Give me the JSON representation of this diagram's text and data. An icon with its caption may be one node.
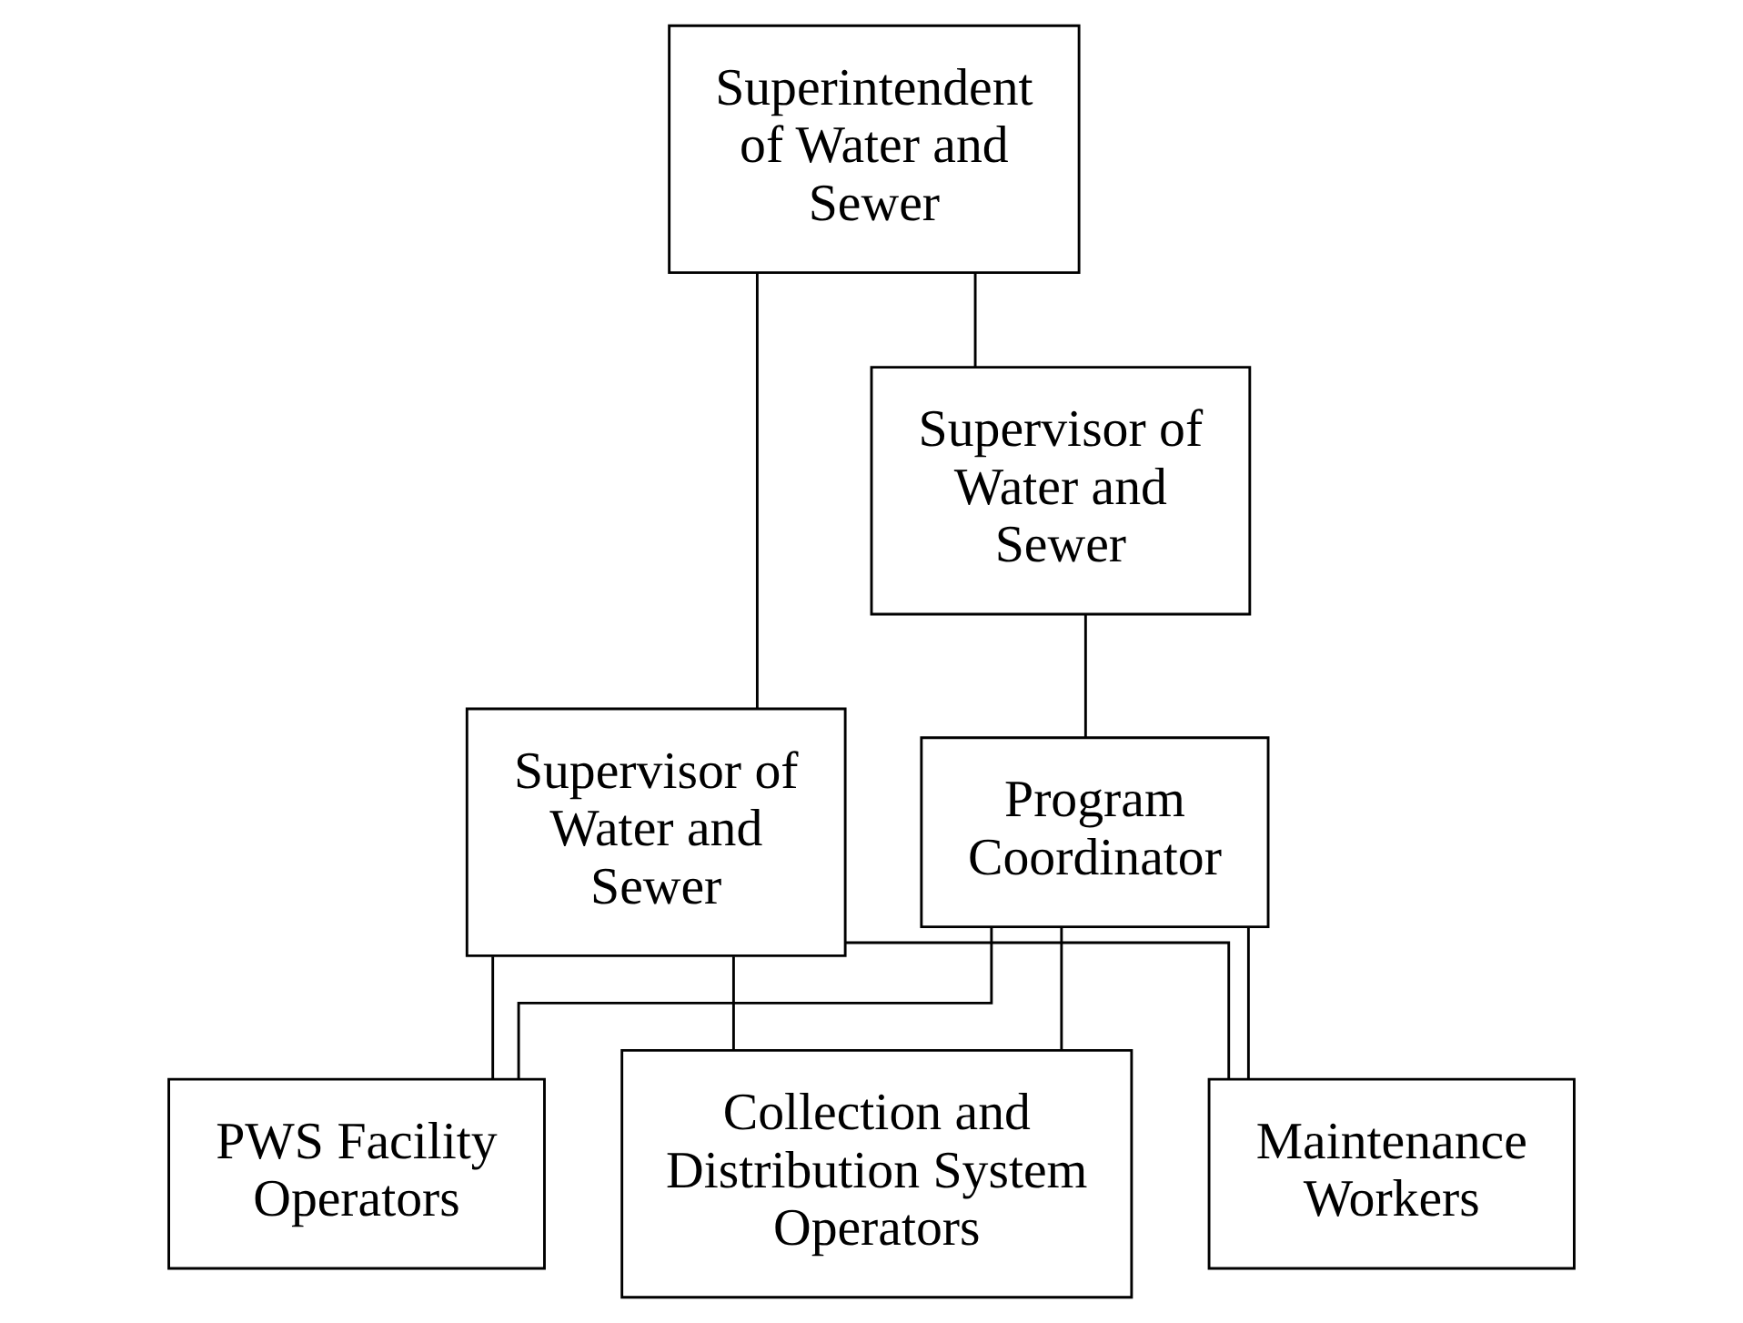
{
  "diagram": {
    "nodes": [
      {
        "text": [
          "Superintendent of Water and Sewer"
        ]
      },
      {
        "text": [
          "Supervisor of Water and Sewer"
        ]
      },
      {
        "text": [
          "Supervisor of Water and Sewer"
        ]
      },
      {
        "text": [
          "Program Coordinator"
        ]
      },
      {
        "text": [
          "PWS Facility Operators"
        ]
      },
      {
        "text": [
          "Collection and Distribution System Operators"
        ]
      },
      {
        "text": [
          "Maintenance Workers"
        ]
      }
    ],
    "edges": [
      {
        "from": 0,
        "to": 1,
        "arrow": "none"
      },
      {
        "from": 0,
        "to": 2,
        "arrow": "none"
      },
      {
        "from": 2,
        "to": 3,
        "arrow": "none"
      },
      {
        "from": 1,
        "to": 4,
        "arrow": "none"
      },
      {
        "from": 1,
        "to": 5,
        "arrow": "none"
      },
      {
        "from": 1,
        "to": 6,
        "arrow": "none"
      },
      {
        "from": 3,
        "to": 4,
        "arrow": "none"
      },
      {
        "from": 3,
        "to": 5,
        "arrow": "none"
      },
      {
        "from": 3,
        "to": 6,
        "arrow": "none"
      }
    ]
  }
}
